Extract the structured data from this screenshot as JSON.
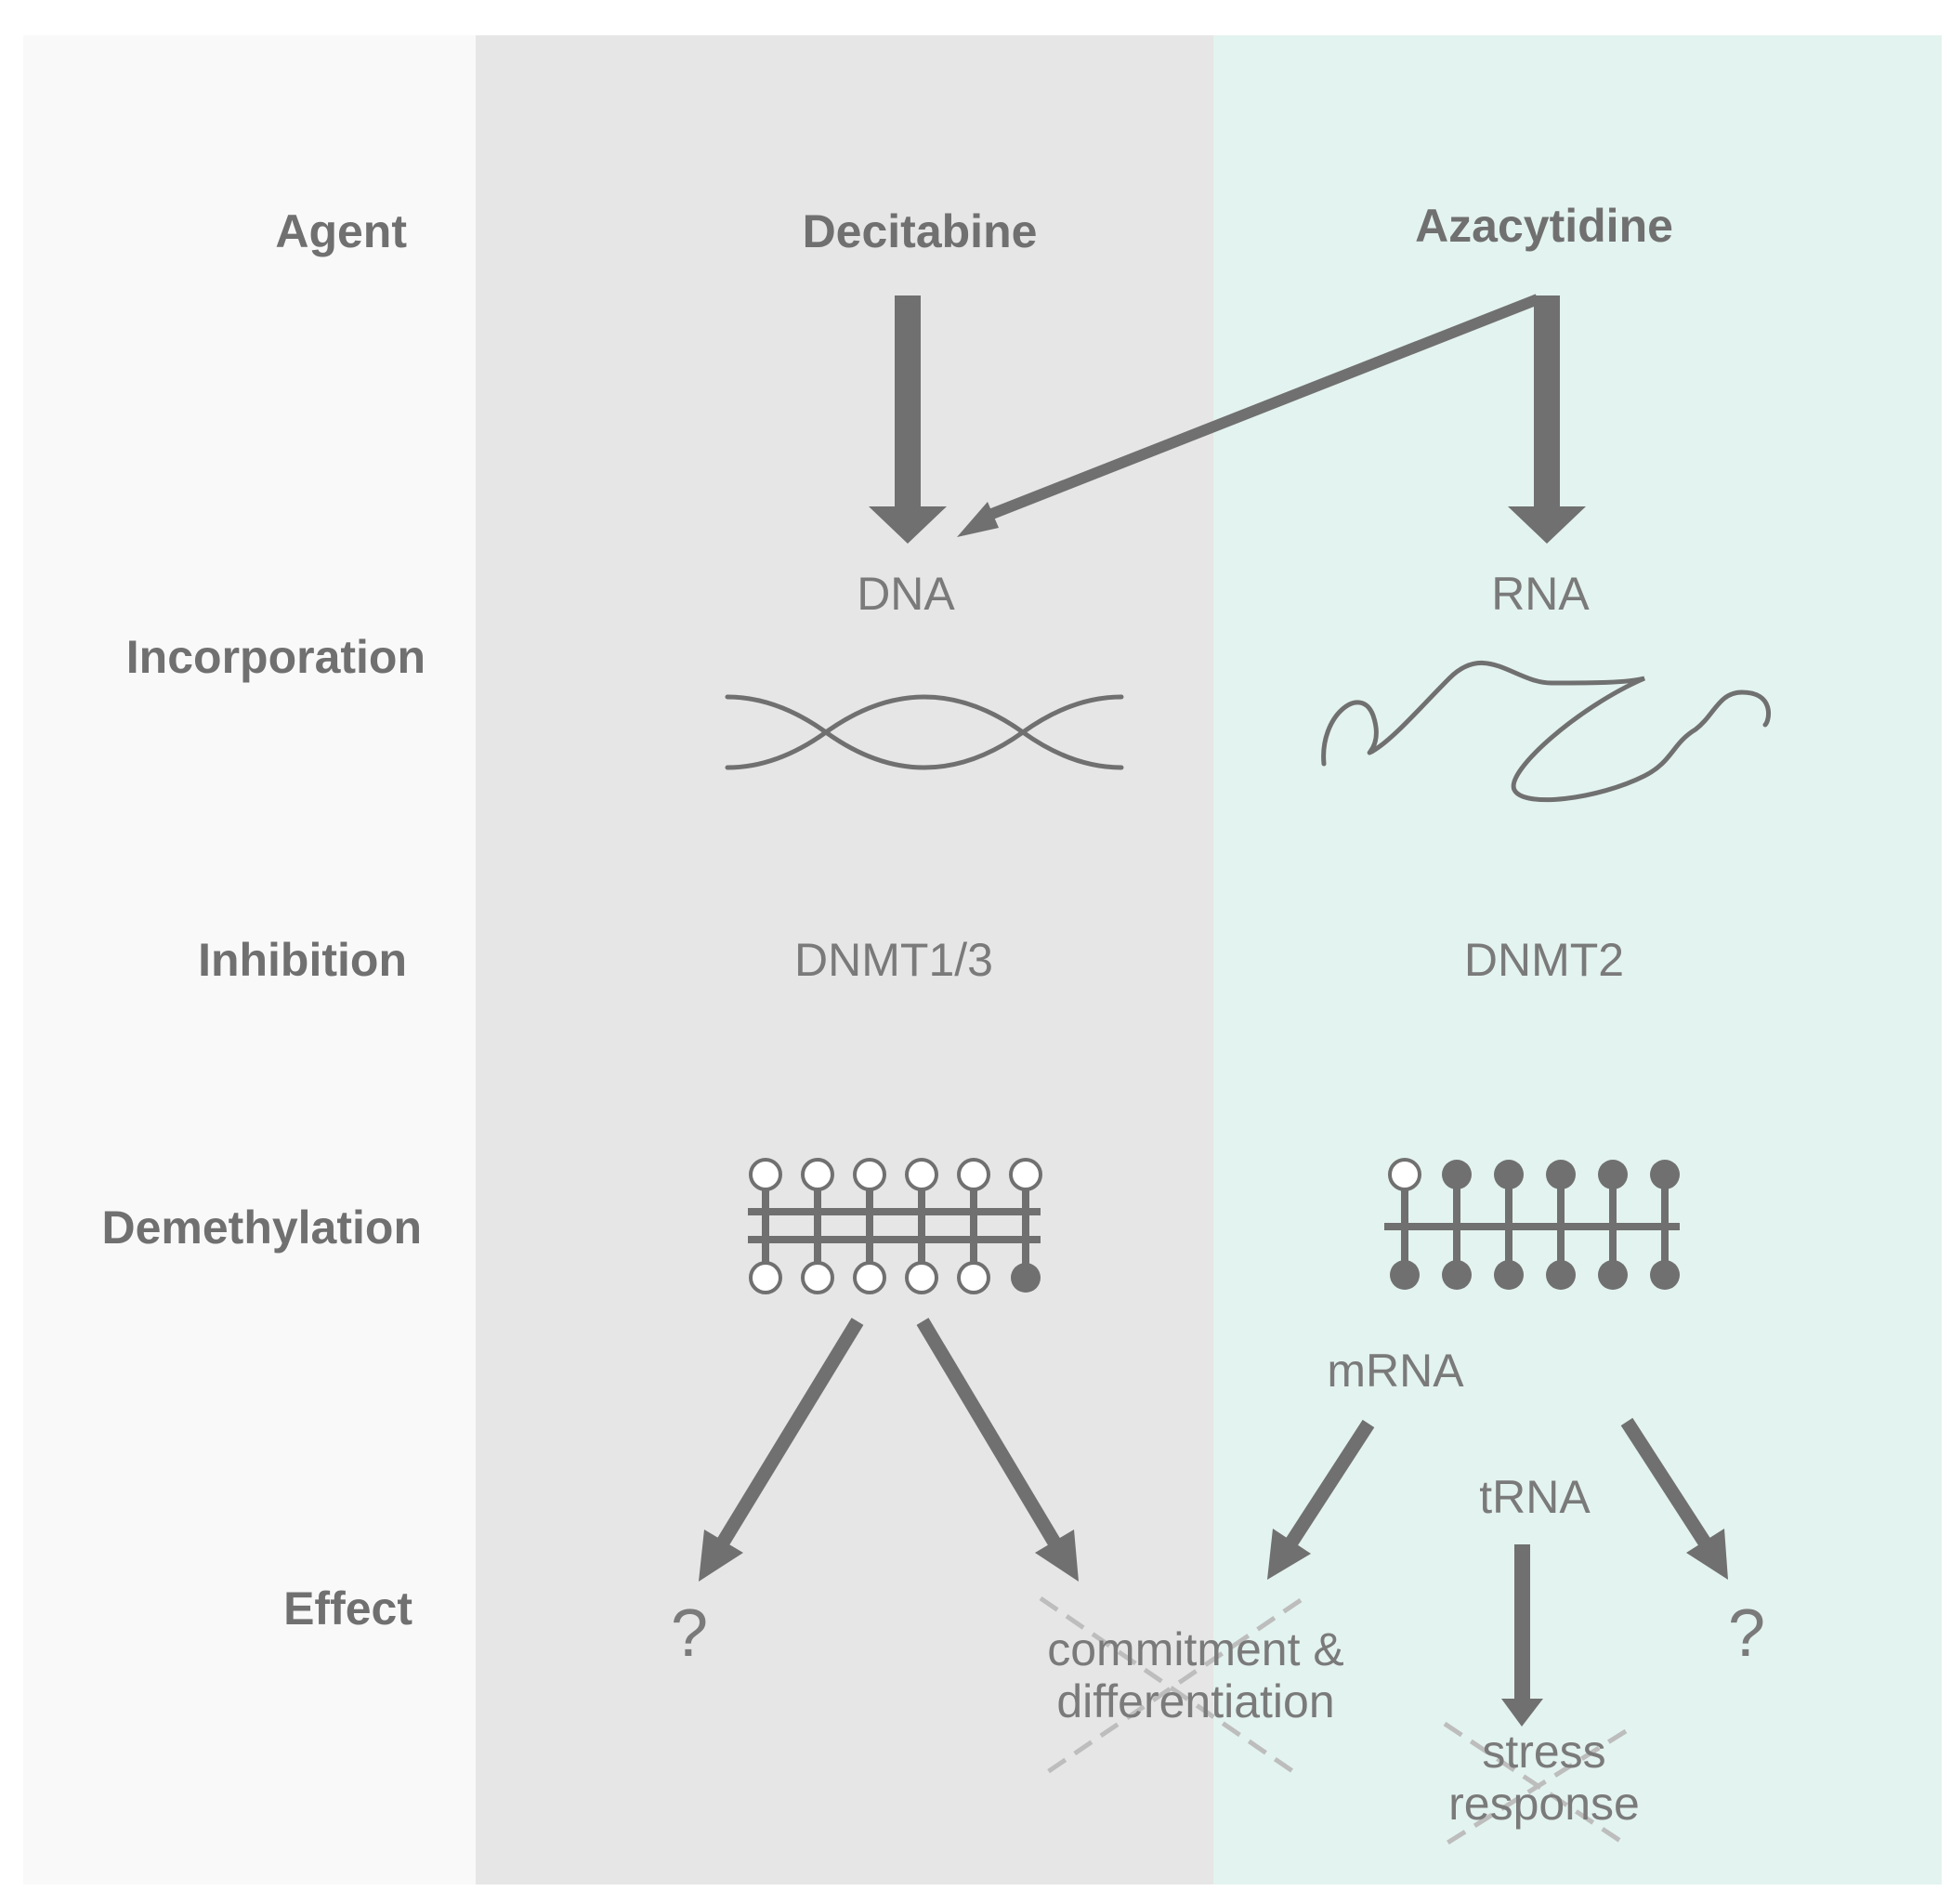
{
  "rows": {
    "agent": "Agent",
    "incorporation": "Incorporation",
    "inhibition": "Inhibition",
    "demethylation": "Demethylation",
    "effect": "Effect"
  },
  "agents": {
    "decitabine": "Decitabine",
    "azacytidine": "Azacytidine"
  },
  "targets": {
    "dna": "DNA",
    "rna": "RNA"
  },
  "enzymes": {
    "dnmt13": "DNMT1/3",
    "dnmt2": "DNMT2"
  },
  "rna_types": {
    "mrna": "mRNA",
    "trna": "tRNA"
  },
  "effects": {
    "unknown_left": "?",
    "unknown_right": "?",
    "commitment_line1": "commitment &",
    "commitment_line2": "differentiation",
    "stress_line1": "stress",
    "stress_line2": "response"
  },
  "colors": {
    "dna_panel": "#e6e6e6",
    "rna_panel": "#e3f3ef",
    "arrow": "#707070",
    "cross": "#bdbdbd"
  }
}
